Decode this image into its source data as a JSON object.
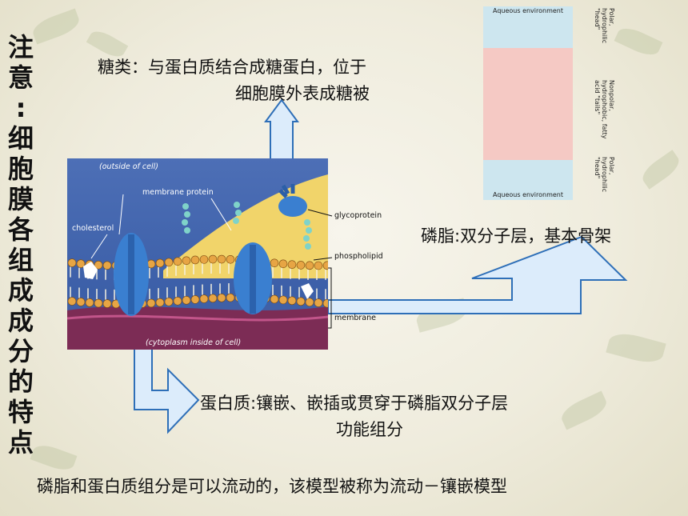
{
  "slide": {
    "vertical_title": [
      "注",
      "意",
      ":",
      "细",
      "胞",
      "膜",
      "各",
      "组",
      "成",
      "成",
      "分",
      "的",
      "特",
      "点"
    ],
    "sugar_text": {
      "line1": "糖类：与蛋白质结合成糖蛋白，位于",
      "line2": "细胞膜外表成糖被"
    },
    "lipid_text": "磷脂:双分子层，基本骨架",
    "protein_text": {
      "line1": "蛋白质:镶嵌、嵌插或贯穿于磷脂双分子层",
      "line2": "功能组分"
    },
    "bottom_text": "磷脂和蛋白质组分是可以流动的，该模型被称为流动－镶嵌模型"
  },
  "membrane_diagram": {
    "outside_label": "(outside of cell)",
    "membrane_protein_label": "membrane protein",
    "cholesterol_label": "cholesterol",
    "glycoprotein_label": "glycoprotein",
    "phospholipid_label": "phospholipid",
    "membrane_label": "membrane",
    "cytoplasm_label": "(cytoplasm inside of cell)"
  },
  "bilayer_diagram": {
    "aqueous_top": "Aqueous environment",
    "aqueous_bottom": "Aqueous environment",
    "polar_head_top": "Polar, hydrophilic \"head\"",
    "nonpolar_tails": "Nonpolar, hydrophobic, fatty acid \"tails\"",
    "polar_head_bottom": "Polar, hydrophilic \"head\""
  },
  "colors": {
    "arrow_fill": "#dcecfb",
    "arrow_stroke": "#2e6fb8",
    "membrane_bg": "#4466ad",
    "outer_gel": "#f3d66a",
    "protein_blue": "#3a7fd0"
  }
}
